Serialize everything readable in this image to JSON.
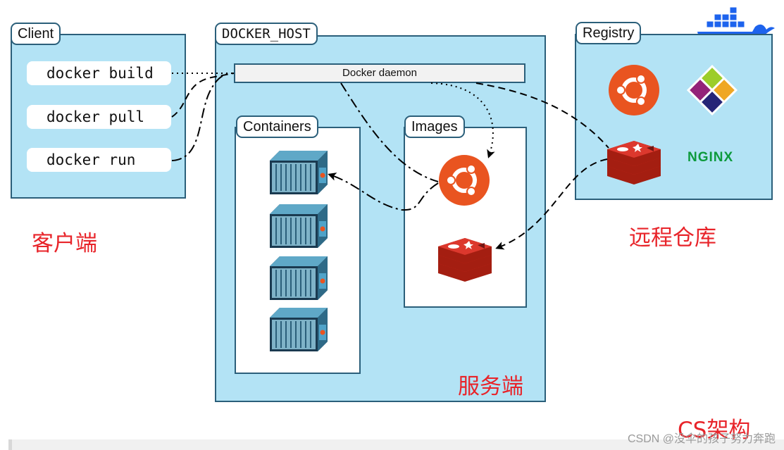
{
  "client": {
    "title": "Client",
    "commands": [
      "docker build",
      "docker pull",
      "docker run"
    ]
  },
  "host": {
    "title": "DOCKER_HOST",
    "daemon_label": "Docker daemon",
    "containers_title": "Containers",
    "images_title": "Images"
  },
  "registry": {
    "title": "Registry",
    "nginx_label": "NGINX"
  },
  "annotations": {
    "client_cn": "客户端",
    "server_cn": "服务端",
    "registry_cn": "远程仓库",
    "cs_arch": "CS架构"
  },
  "watermark": "CSDN @没伞的孩子努力奔跑",
  "colors": {
    "panel_bg": "#b3e3f5",
    "border": "#2b5f7a",
    "annotation": "#e8242a",
    "ubuntu": "#e95420",
    "redis": "#d82c20",
    "nginx": "#0d9a3c"
  },
  "icons": [
    "docker-whale-icon",
    "ubuntu-icon",
    "redis-icon",
    "centos-icon",
    "container-icon"
  ]
}
